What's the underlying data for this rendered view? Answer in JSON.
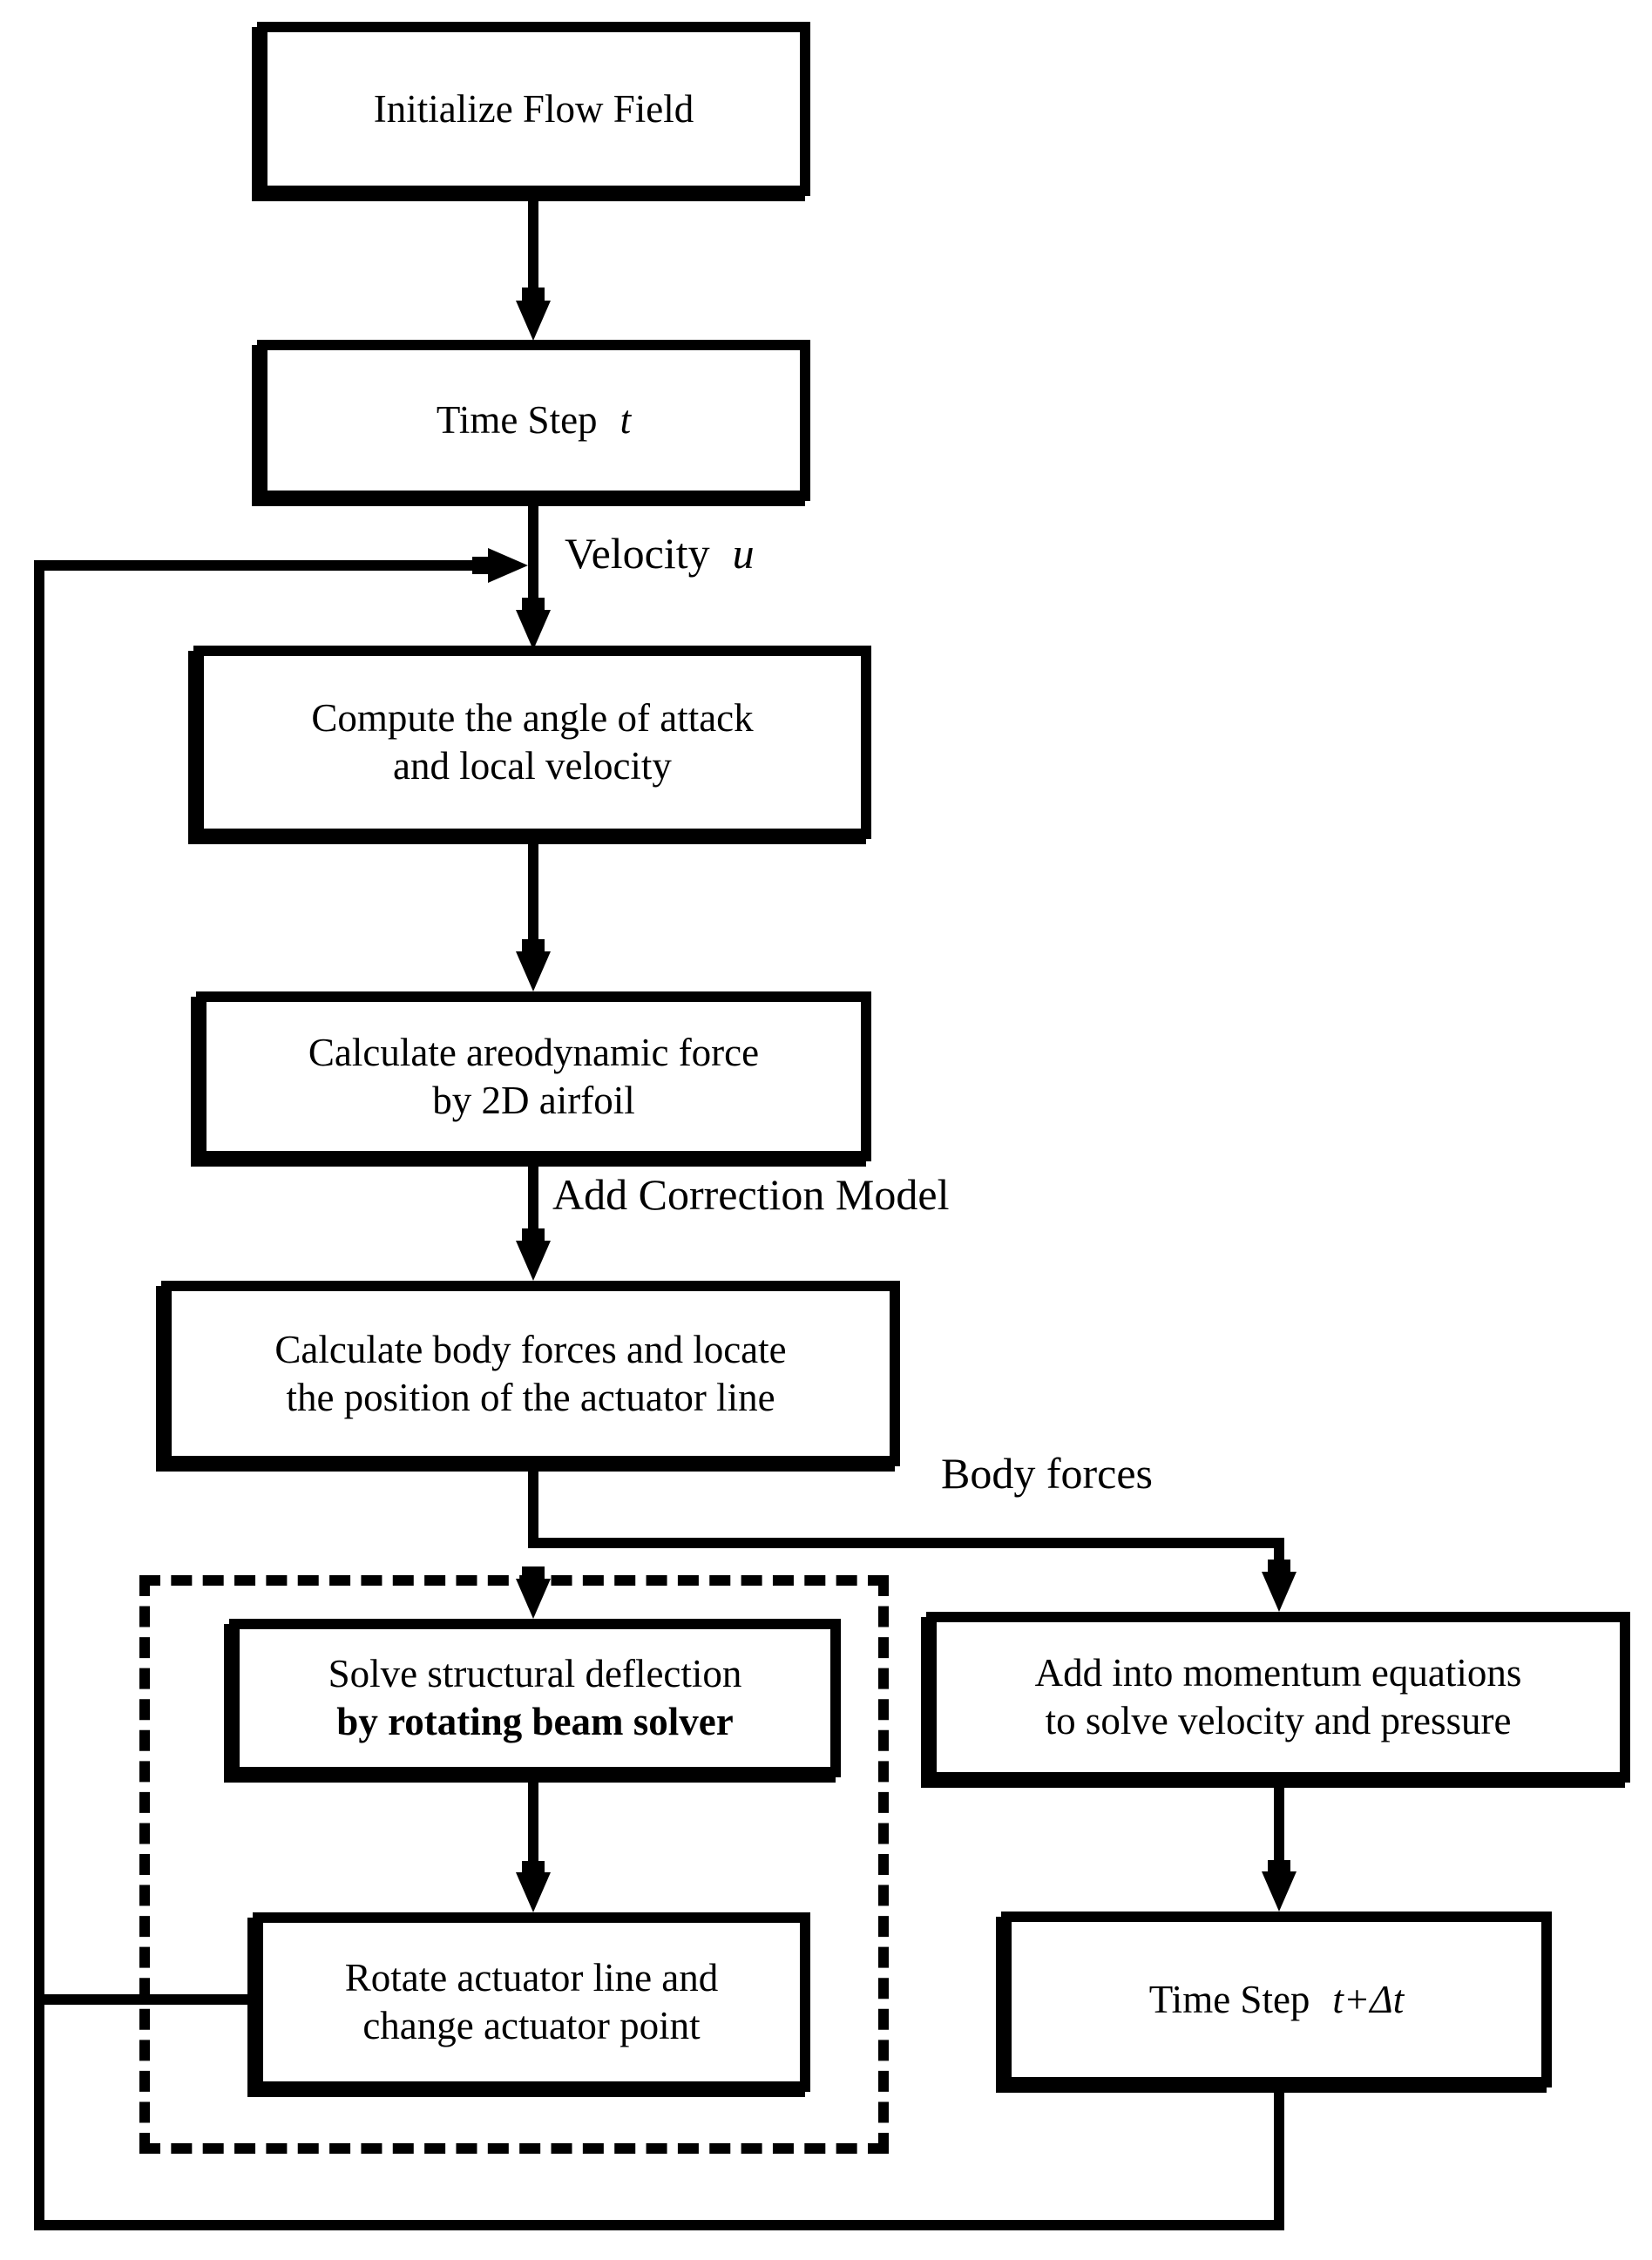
{
  "boxes": {
    "initialize_flow_field": {
      "line1": "Initialize Flow Field"
    },
    "time_step_t": {
      "text": "Time Step",
      "math": "t"
    },
    "compute_angle": {
      "line1": "Compute the angle of attack",
      "line2": "and local velocity"
    },
    "calc_aero_force": {
      "line1": "Calculate areodynamic force",
      "line2": "by 2D airfoil"
    },
    "calc_body_forces": {
      "line1": "Calculate body forces and locate",
      "line2": "the position of the actuator line"
    },
    "solve_structural": {
      "line1": "Solve structural deflection",
      "line2": "by rotating beam solver"
    },
    "rotate_actuator": {
      "line1": "Rotate actuator line and",
      "line2": "change actuator point"
    },
    "add_momentum": {
      "line1": "Add into momentum equations",
      "line2": "to solve velocity and pressure"
    },
    "time_step_t_dt": {
      "text": "Time Step",
      "math": "t+Δt"
    }
  },
  "labels": {
    "velocity": {
      "text": "Velocity",
      "math": "u"
    },
    "add_correction_model": "Add Correction Model",
    "body_forces": "Body forces"
  },
  "colors": {
    "line": "#000000",
    "background": "#ffffff"
  }
}
